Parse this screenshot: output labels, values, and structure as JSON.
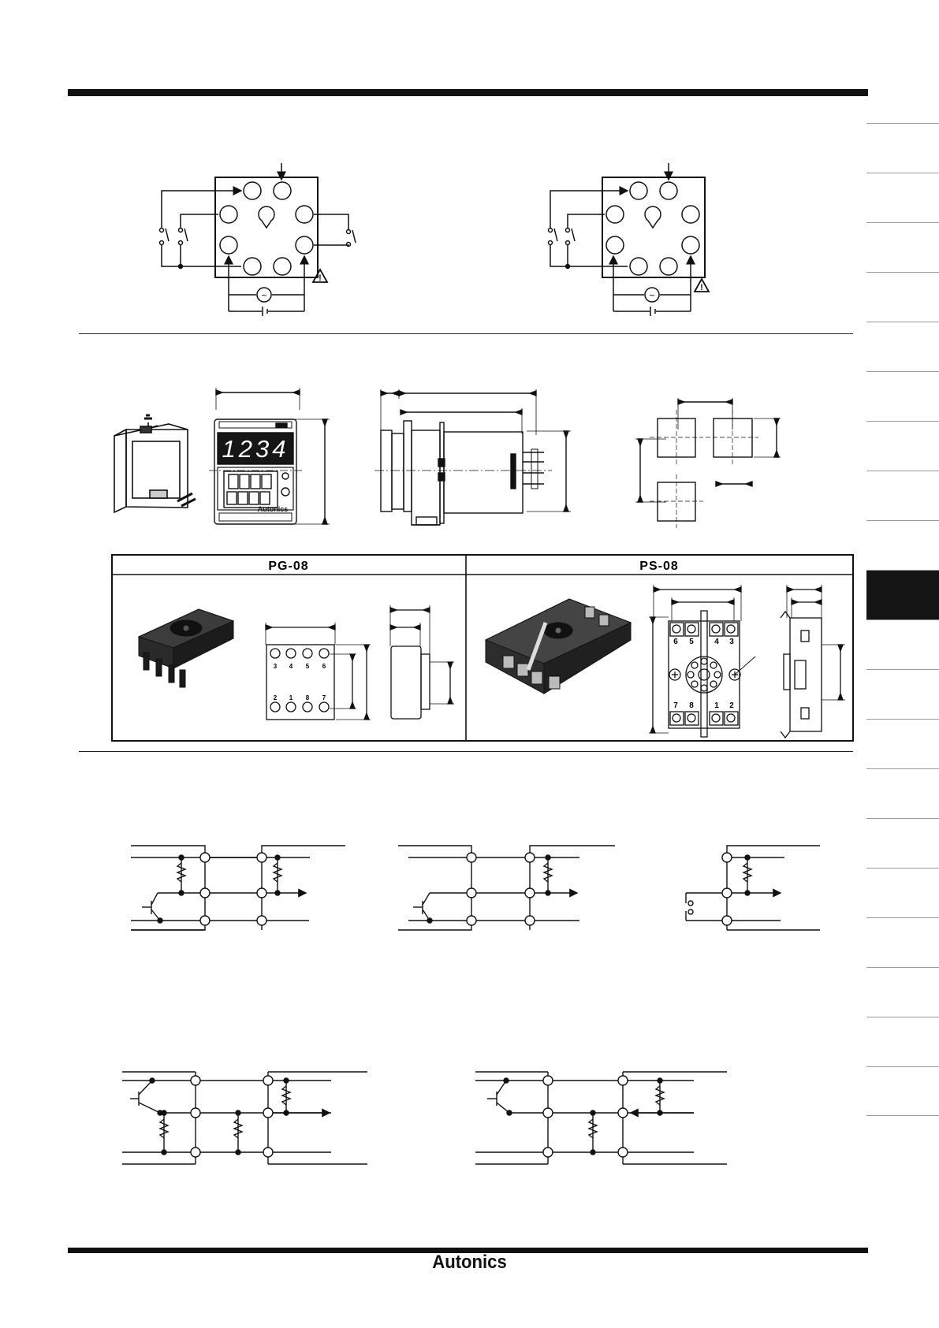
{
  "display": {
    "digits": "1234",
    "brand": "Autonics"
  },
  "sockets": {
    "left_label": "PG-08",
    "right_label": "PS-08"
  },
  "ps08_terminals": {
    "top": [
      "6",
      "5",
      "4",
      "3"
    ],
    "bottom": [
      "7",
      "8",
      "1",
      "2"
    ]
  },
  "pg08_terminals": {
    "top": [
      "3",
      "4",
      "5",
      "6"
    ],
    "bottom": [
      "2",
      "1",
      "8",
      "7"
    ]
  },
  "wiring": {
    "ac_symbol": "~"
  },
  "footer": {
    "logo": "Autonics"
  }
}
